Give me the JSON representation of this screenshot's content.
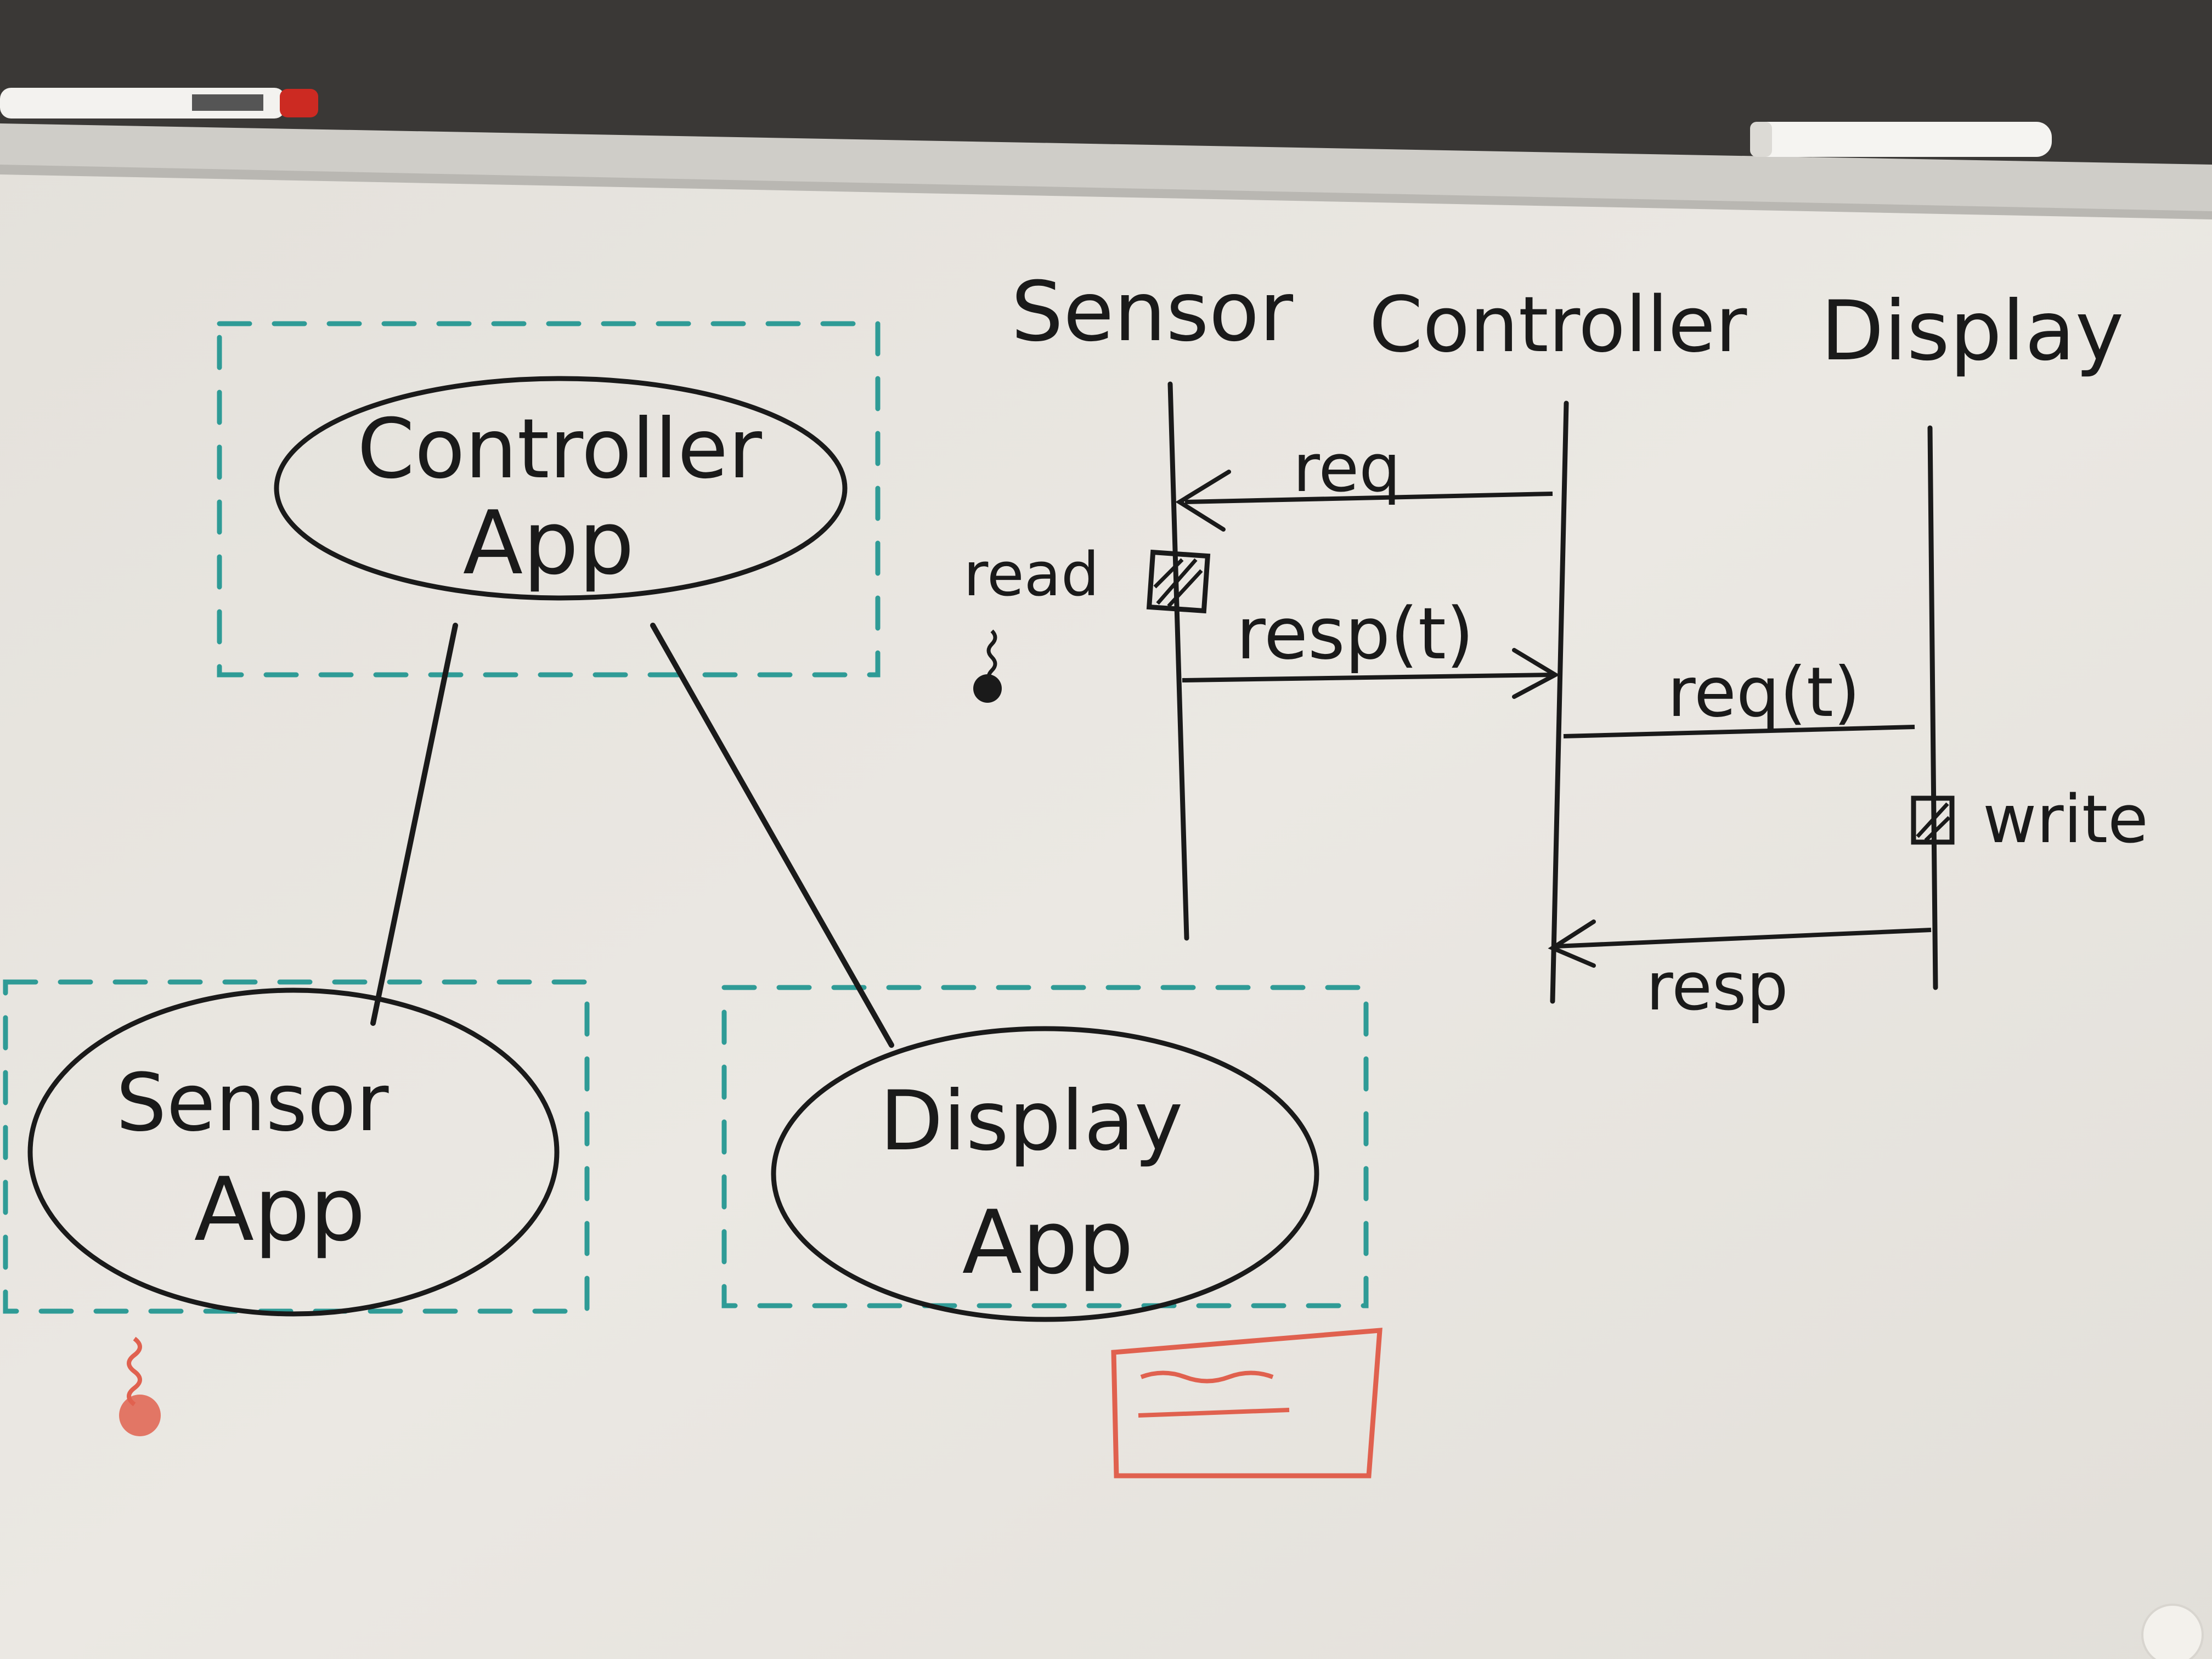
{
  "architecture": {
    "controller_app": {
      "line1": "Controller",
      "line2": "App"
    },
    "sensor_app": {
      "line1": "Sensor",
      "line2": "App"
    },
    "display_app": {
      "line1": "Display",
      "line2": "App"
    }
  },
  "sequence": {
    "participants": {
      "sensor": "Sensor",
      "controller": "Controller",
      "display": "Display"
    },
    "messages": {
      "req": "req",
      "resp_t": "resp(t)",
      "req_t": "req(t)",
      "resp": "resp"
    },
    "activations": {
      "read": "read",
      "write": "write"
    }
  },
  "colors": {
    "ink_black": "#1a1a1a",
    "ink_teal": "#2f9b96",
    "ink_red": "#e0614f",
    "board": "#e8e5e0",
    "frame": "#c9c8c4",
    "wall": "#3a3836"
  },
  "icons": [
    "thermometer-icon",
    "red-thermometer-icon",
    "display-sketch-icon",
    "marker-pen-icon"
  ]
}
